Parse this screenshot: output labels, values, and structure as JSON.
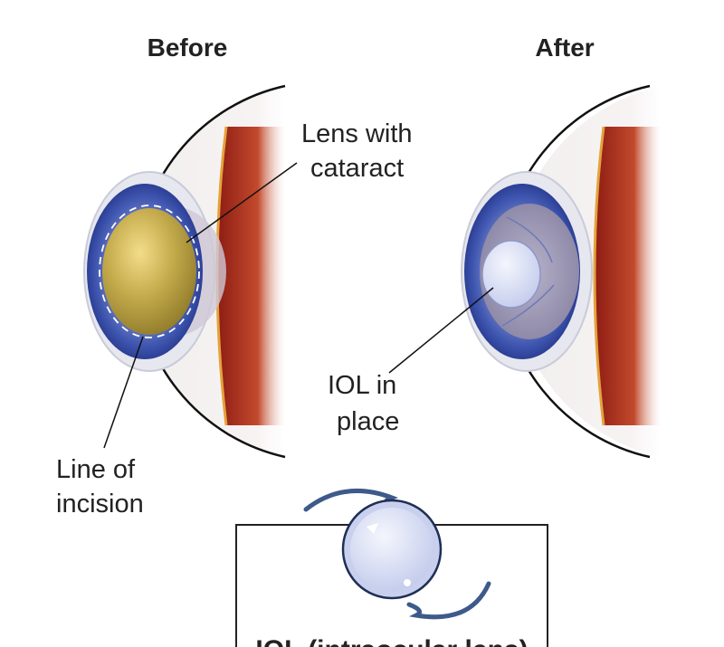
{
  "titles": {
    "before": "Before",
    "after": "After"
  },
  "labels": {
    "lens_with_cataract": [
      "Lens with",
      "cataract"
    ],
    "line_of_incision": [
      "Line of",
      "incision"
    ],
    "iol_in_place": [
      "IOL in",
      "place"
    ]
  },
  "inset": {
    "caption": "IOL (intraocular lens)"
  },
  "colors": {
    "iris": "#3f56b0",
    "cataract_lens": "#b9a347",
    "iol": "#c9d0ee",
    "retina": "#a8281c",
    "haptic": "#3d5a8a"
  }
}
